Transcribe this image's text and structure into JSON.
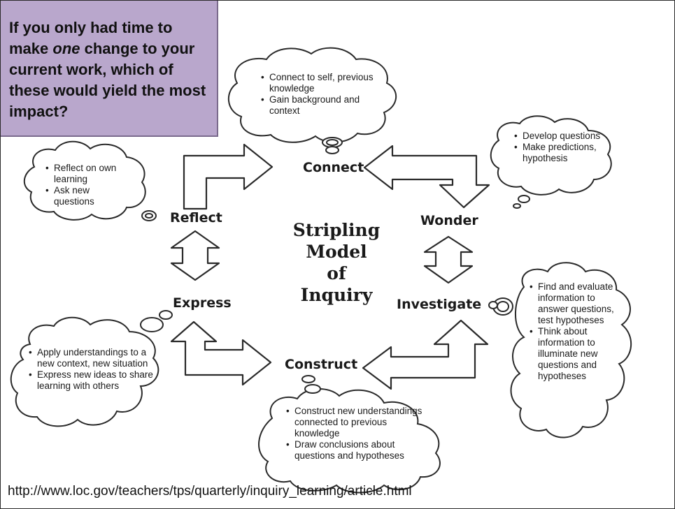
{
  "question": {
    "before": "If you only had time to make ",
    "emphasis": "one",
    "after": " change to your current work, which of these would yield the most impact?"
  },
  "diagram": {
    "title_lines": [
      "Stripling",
      "Model",
      "of",
      "Inquiry"
    ],
    "stages": {
      "connect": "Connect",
      "wonder": "Wonder",
      "investigate": "Investigate",
      "construct": "Construct",
      "express": "Express",
      "reflect": "Reflect"
    },
    "notes": {
      "connect": [
        "Connect to self, previous knowledge",
        "Gain background and context"
      ],
      "wonder": [
        "Develop questions",
        "Make predictions, hypothesis"
      ],
      "investigate": [
        "Find and evaluate information to answer questions, test hypotheses",
        "Think about information to illuminate new questions and hypotheses"
      ],
      "construct": [
        "Construct new understandings connected to previous knowledge",
        "Draw conclusions about questions and hypotheses"
      ],
      "express": [
        "Apply understandings to a new context, new situation",
        "Express new ideas to share learning with others"
      ],
      "reflect": [
        "Reflect on own learning",
        "Ask new questions"
      ]
    }
  },
  "source_url": "http://www.loc.gov/teachers/tps/quarterly/inquiry_learning/article.html",
  "colors": {
    "question_bg": "#b9a7cc",
    "outline": "#2a2a2a",
    "background": "#ffffff"
  }
}
